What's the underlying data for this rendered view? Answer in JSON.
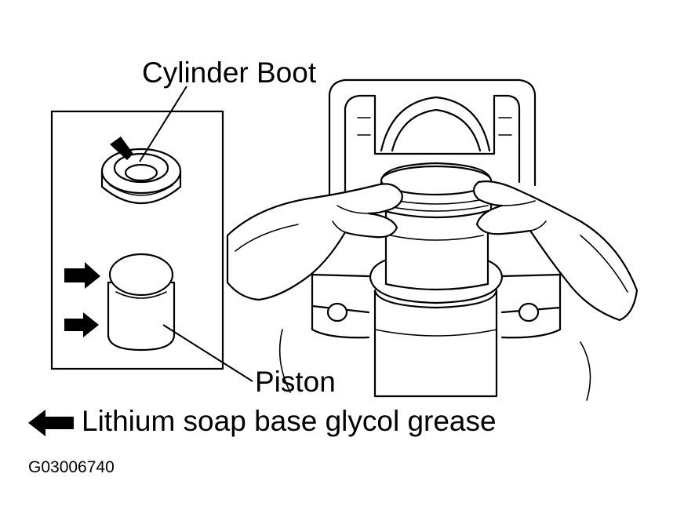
{
  "labels": {
    "cylinder_boot": "Cylinder Boot",
    "piston": "Piston",
    "grease_legend": "Lithium soap base glycol grease",
    "figure_code": "G03006740"
  },
  "icons": {
    "legend_marker": "left-arrow-icon",
    "apply_marker": "right-arrow-icon"
  },
  "colors": {
    "ink": "#000000",
    "paper": "#ffffff"
  }
}
